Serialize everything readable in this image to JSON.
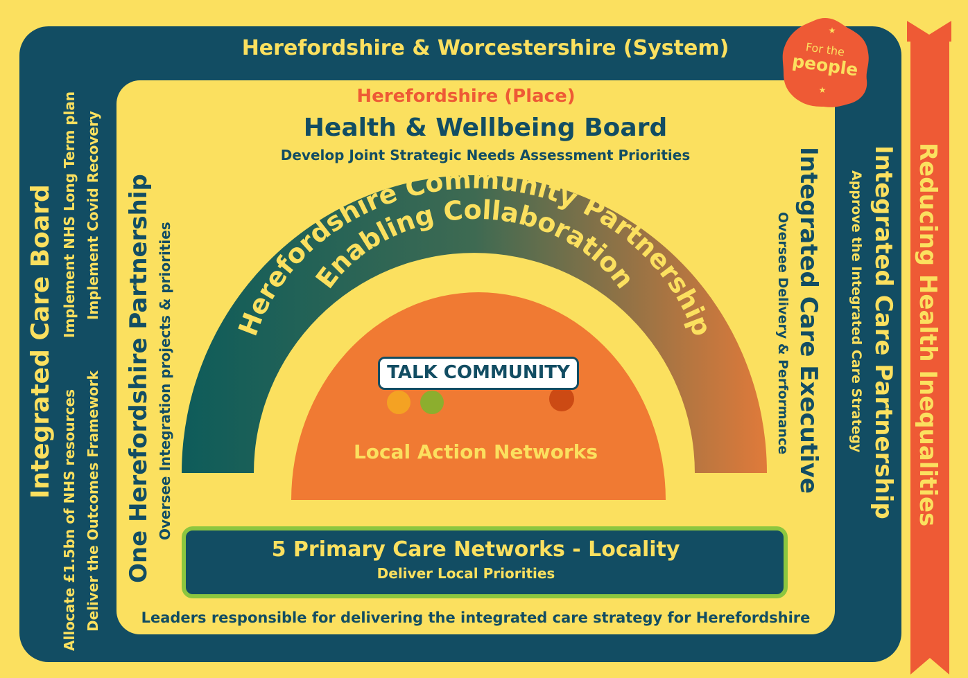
{
  "system": {
    "title": "Herefordshire & Worcestershire (System)"
  },
  "badge": {
    "line1": "For the",
    "line2": "people"
  },
  "place": {
    "label": "Herefordshire (Place)",
    "title": "Health & Wellbeing Board",
    "subtitle": "Develop Joint Strategic Needs Assessment Priorities"
  },
  "arc": {
    "line1": "Herefordshire Community Partnership",
    "line2": "Enabling Collaboration"
  },
  "talk_community": {
    "label": "TALK COMMUNITY"
  },
  "local_action": {
    "label": "Local Action Networks"
  },
  "pcn": {
    "title": "5 Primary Care Networks - Locality",
    "subtitle": "Deliver Local Priorities"
  },
  "footer": {
    "text": "Leaders responsible for delivering the integrated care strategy for Herefordshire"
  },
  "left_outer": {
    "title": "Integrated Care Board",
    "line1": "Allocate £1.5bn of NHS resources",
    "line2": "Deliver the Outcomes Framework",
    "line3": "Implement NHS Long Term plan",
    "line4": "Implement Covid Recovery"
  },
  "left_inner": {
    "title": "One Herefordshire Partnership",
    "subtitle": "Oversee Integration projects & priorities"
  },
  "right_inner": {
    "title": "Integrated Care Executive",
    "subtitle": "Oversee Delivery & Performance"
  },
  "right_outer": {
    "title": "Integrated Care Partnership",
    "subtitle": "Approve the Integrated Care Strategy"
  },
  "ribbon": {
    "label": "Reducing Health Inequalities"
  },
  "colors": {
    "background": "#fbe05f",
    "navy": "#124d63",
    "orange": "#ee5a35",
    "green": "#8cc63f",
    "arc_start": "#0e5c5a",
    "arc_end": "#e07a3a"
  }
}
